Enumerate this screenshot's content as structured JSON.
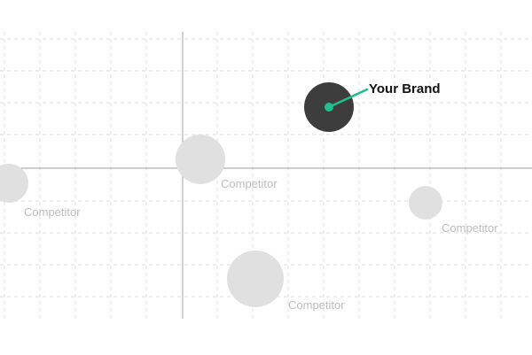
{
  "map": {
    "colors": {
      "grid": "#dcdcdc",
      "axis": "#b0b0b0",
      "competitor_bubble": "#e0e0e0",
      "brand_bubble": "#3d3d3d",
      "brand_accent": "#1fbf8f",
      "competitor_text": "#bdbdbd",
      "brand_text": "#111111"
    },
    "brand": {
      "label": "Your Brand"
    },
    "competitors": [
      {
        "label": "Competitor"
      },
      {
        "label": "Competitor"
      },
      {
        "label": "Competitor"
      },
      {
        "label": "Competitor"
      }
    ]
  }
}
